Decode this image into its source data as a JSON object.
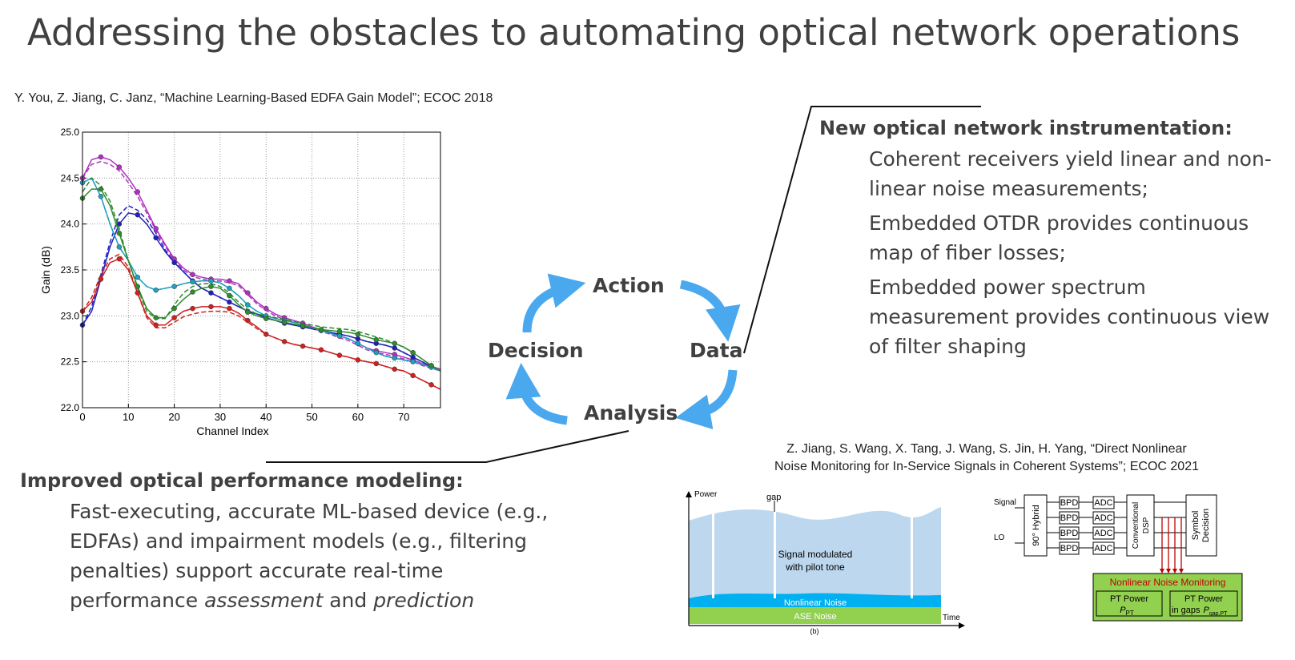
{
  "slide": {
    "title": "Addressing the obstacles to automating optical network operations"
  },
  "citation_top": "Y. You, Z. Jiang, C. Janz, “Machine Learning-Based EDFA Gain Model”; ECOC 2018",
  "citation_bottom": {
    "line1": "Z. Jiang, S. Wang, X. Tang, J. Wang, S. Jin, H. Yang, “Direct Nonlinear",
    "line2": "Noise Monitoring for In-Service Signals in Coherent Systems”; ECOC 2021"
  },
  "cycle": {
    "action": "Action",
    "data": "Data",
    "analysis": "Analysis",
    "decision": "Decision",
    "arrow_color": "#4aa8ef"
  },
  "right_block": {
    "heading": "New optical network instrumentation:",
    "items": [
      "Coherent receivers yield linear and non-linear noise measurements;",
      "Embedded OTDR provides continuous map of fiber losses;",
      "Embedded power spectrum measurement provides continuous view of filter shaping"
    ]
  },
  "left_block": {
    "heading": "Improved optical performance modeling:",
    "text_a": "Fast-executing, accurate ML-based device (e.g., EDFAs) and impairment models (e.g., filtering penalties) support accurate real-time performance ",
    "em_1": "assessment",
    "text_b": " and ",
    "em_2": "prediction"
  },
  "chart_data": {
    "type": "line",
    "xlabel": "Channel Index",
    "ylabel": "Gain (dB)",
    "xlim": [
      0,
      78
    ],
    "ylim": [
      22.0,
      25.0
    ],
    "xticks": [
      "0",
      "10",
      "20",
      "30",
      "40",
      "50",
      "60",
      "70"
    ],
    "yticks": [
      "22.0",
      "22.5",
      "23.0",
      "23.5",
      "24.0",
      "24.5",
      "25.0"
    ],
    "grid": true,
    "series": [
      {
        "color": "#b030c0",
        "x": [
          0,
          2,
          4,
          6,
          8,
          10,
          12,
          14,
          16,
          18,
          20,
          22,
          24,
          26,
          28,
          30,
          32,
          34,
          36,
          38,
          40,
          42,
          44,
          46,
          48,
          50,
          52,
          54,
          56,
          58,
          60,
          62,
          64,
          66,
          68,
          70,
          72,
          74,
          76,
          78
        ],
        "model": [
          24.5,
          24.7,
          24.73,
          24.7,
          24.62,
          24.5,
          24.35,
          24.15,
          23.95,
          23.78,
          23.62,
          23.52,
          23.45,
          23.42,
          23.4,
          23.4,
          23.38,
          23.35,
          23.25,
          23.15,
          23.08,
          23.02,
          22.98,
          22.95,
          22.92,
          22.88,
          22.85,
          22.82,
          22.78,
          22.75,
          22.7,
          22.65,
          22.62,
          22.6,
          22.58,
          22.55,
          22.52,
          22.48,
          22.45,
          22.42
        ],
        "measured": [
          24.5,
          24.65,
          24.68,
          24.65,
          24.58,
          24.45,
          24.3,
          24.12,
          23.93,
          23.76,
          23.6,
          23.5,
          23.43,
          23.4,
          23.38,
          23.38,
          23.36,
          23.33,
          23.23,
          23.13,
          23.06,
          23.0,
          22.96,
          22.93,
          22.9,
          22.86,
          22.83,
          22.8,
          22.76,
          22.73,
          22.68,
          22.63,
          22.6,
          22.58,
          22.56,
          22.53,
          22.5,
          22.46,
          22.43,
          22.4
        ]
      },
      {
        "color": "#2020c0",
        "x": [
          0,
          2,
          4,
          6,
          8,
          10,
          12,
          14,
          16,
          18,
          20,
          22,
          24,
          26,
          28,
          30,
          32,
          34,
          36,
          38,
          40,
          42,
          44,
          46,
          48,
          50,
          52,
          54,
          56,
          58,
          60,
          62,
          64,
          66,
          68,
          70,
          72,
          74,
          76,
          78
        ],
        "model": [
          22.9,
          23.05,
          23.4,
          23.75,
          24.0,
          24.12,
          24.1,
          24.0,
          23.85,
          23.7,
          23.58,
          23.48,
          23.38,
          23.3,
          23.25,
          23.2,
          23.15,
          23.1,
          23.05,
          23.02,
          22.98,
          22.95,
          22.92,
          22.9,
          22.88,
          22.86,
          22.84,
          22.82,
          22.8,
          22.78,
          22.75,
          22.72,
          22.7,
          22.68,
          22.65,
          22.6,
          22.55,
          22.5,
          22.45,
          22.4
        ],
        "measured": [
          22.9,
          23.1,
          23.45,
          23.8,
          24.1,
          24.2,
          24.15,
          24.05,
          23.9,
          23.72,
          23.58,
          23.48,
          23.38,
          23.3,
          23.25,
          23.2,
          23.15,
          23.1,
          23.05,
          23.02,
          22.98,
          22.95,
          22.92,
          22.9,
          22.88,
          22.86,
          22.84,
          22.82,
          22.8,
          22.78,
          22.75,
          22.72,
          22.7,
          22.68,
          22.65,
          22.6,
          22.55,
          22.5,
          22.45,
          22.4
        ]
      },
      {
        "color": "#20a0c0",
        "x": [
          0,
          2,
          4,
          6,
          8,
          10,
          12,
          14,
          16,
          18,
          20,
          22,
          24,
          26,
          28,
          30,
          32,
          34,
          36,
          38,
          40,
          42,
          44,
          46,
          48,
          50,
          52,
          54,
          56,
          58,
          60,
          62,
          64,
          66,
          68,
          70,
          72,
          74,
          76,
          78
        ],
        "model": [
          24.45,
          24.5,
          24.3,
          24.0,
          23.75,
          23.6,
          23.42,
          23.32,
          23.28,
          23.3,
          23.32,
          23.35,
          23.37,
          23.38,
          23.38,
          23.36,
          23.3,
          23.22,
          23.12,
          23.05,
          23.0,
          22.97,
          22.95,
          22.93,
          22.9,
          22.87,
          22.84,
          22.81,
          22.78,
          22.75,
          22.7,
          22.65,
          22.6,
          22.56,
          22.54,
          22.52,
          22.5,
          22.47,
          22.44,
          22.4
        ],
        "measured": [
          24.45,
          24.5,
          24.3,
          24.0,
          23.75,
          23.6,
          23.42,
          23.32,
          23.28,
          23.3,
          23.32,
          23.35,
          23.37,
          23.38,
          23.38,
          23.36,
          23.3,
          23.22,
          23.12,
          23.05,
          23.0,
          22.97,
          22.95,
          22.93,
          22.9,
          22.87,
          22.84,
          22.81,
          22.78,
          22.75,
          22.7,
          22.65,
          22.6,
          22.56,
          22.54,
          22.52,
          22.5,
          22.47,
          22.44,
          22.4
        ]
      },
      {
        "color": "#2e8b2e",
        "x": [
          0,
          2,
          4,
          6,
          8,
          10,
          12,
          14,
          16,
          18,
          20,
          22,
          24,
          26,
          28,
          30,
          32,
          34,
          36,
          38,
          40,
          42,
          44,
          46,
          48,
          50,
          52,
          54,
          56,
          58,
          60,
          62,
          64,
          66,
          68,
          70,
          72,
          74,
          76,
          78
        ],
        "model": [
          24.28,
          24.38,
          24.38,
          24.2,
          23.9,
          23.6,
          23.32,
          23.08,
          22.98,
          22.98,
          23.08,
          23.18,
          23.26,
          23.3,
          23.32,
          23.3,
          23.22,
          23.12,
          23.04,
          23.0,
          22.97,
          22.95,
          22.93,
          22.91,
          22.89,
          22.87,
          22.85,
          22.84,
          22.83,
          22.82,
          22.8,
          22.77,
          22.74,
          22.72,
          22.7,
          22.66,
          22.6,
          22.53,
          22.46,
          22.4
        ],
        "measured": [
          24.35,
          24.5,
          24.42,
          24.25,
          23.95,
          23.6,
          23.3,
          23.05,
          22.97,
          22.97,
          23.12,
          23.25,
          23.32,
          23.35,
          23.35,
          23.32,
          23.25,
          23.15,
          23.07,
          23.02,
          23.0,
          22.98,
          22.96,
          22.94,
          22.92,
          22.9,
          22.88,
          22.87,
          22.86,
          22.85,
          22.83,
          22.8,
          22.77,
          22.74,
          22.7,
          22.66,
          22.6,
          22.53,
          22.46,
          22.4
        ]
      },
      {
        "color": "#d02020",
        "x": [
          0,
          2,
          4,
          6,
          8,
          10,
          12,
          14,
          16,
          18,
          20,
          22,
          24,
          26,
          28,
          30,
          32,
          34,
          36,
          38,
          40,
          42,
          44,
          46,
          48,
          50,
          52,
          54,
          56,
          58,
          60,
          62,
          64,
          66,
          68,
          70,
          72,
          74,
          76,
          78
        ],
        "model": [
          23.05,
          23.15,
          23.4,
          23.58,
          23.62,
          23.5,
          23.25,
          23.0,
          22.9,
          22.9,
          22.98,
          23.05,
          23.08,
          23.1,
          23.1,
          23.1,
          23.08,
          23.03,
          22.95,
          22.88,
          22.8,
          22.76,
          22.72,
          22.69,
          22.67,
          22.65,
          22.63,
          22.6,
          22.57,
          22.55,
          22.52,
          22.5,
          22.48,
          22.45,
          22.42,
          22.4,
          22.35,
          22.3,
          22.25,
          22.2
        ],
        "measured": [
          23.05,
          23.2,
          23.45,
          23.62,
          23.67,
          23.53,
          23.25,
          22.98,
          22.87,
          22.87,
          22.93,
          22.99,
          23.02,
          23.04,
          23.05,
          23.05,
          23.04,
          23.0,
          22.93,
          22.86,
          22.8,
          22.76,
          22.72,
          22.69,
          22.67,
          22.65,
          22.63,
          22.6,
          22.57,
          22.55,
          22.52,
          22.5,
          22.48,
          22.45,
          22.42,
          22.4,
          22.35,
          22.3,
          22.25,
          22.2
        ]
      }
    ]
  },
  "figure_b": {
    "power_label": "Power",
    "time_label": "Time",
    "gap_label": "gap",
    "signal_label_1": "Signal modulated",
    "signal_label_2": "with pilot tone",
    "nonlinear_label": "Nonlinear Noise",
    "ase_label": "ASE Noise",
    "caption": "(b)",
    "colors": {
      "signal": "#bdd7ee",
      "nonlinear": "#00b0f0",
      "ase": "#92d050"
    }
  },
  "block_diagram": {
    "signal": "Signal",
    "lo": "LO",
    "hybrid": "90° Hybrid",
    "bpd": "BPD",
    "adc": "ADC",
    "dsp_1": "Conventional",
    "dsp_2": "DSP",
    "decision_1": "Symbol",
    "decision_2": "Decision",
    "monitor_title": "Nonlinear Noise Monitoring",
    "pt_power": "PT Power",
    "pt_power_in_gaps": "PT Power",
    "in_gaps": "in gaps",
    "p_pt": "P",
    "p_pt_sub": "PT",
    "p_gap": "P",
    "p_gap_sub": "gap,PT",
    "colors": {
      "monitor_fill": "#92d050",
      "monitor_text": "#c00000",
      "arrows": "#c00000"
    }
  }
}
